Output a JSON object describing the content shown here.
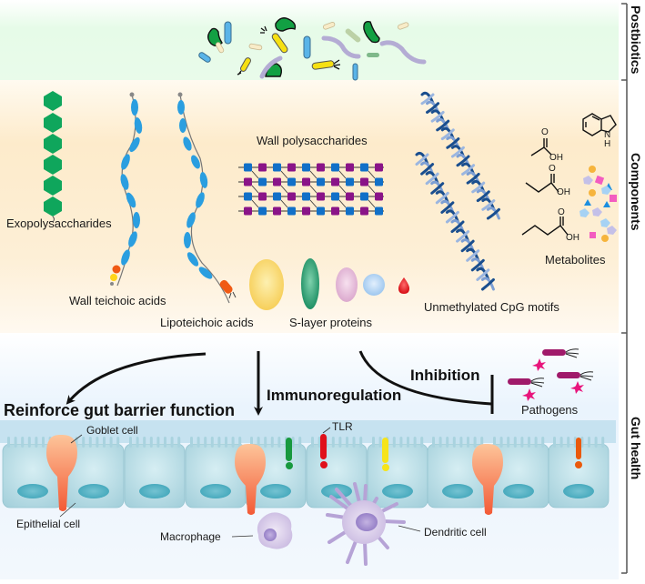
{
  "sections": {
    "postbiotics": "Postbiotics",
    "components": "Components",
    "gut_health": "Gut health"
  },
  "components": {
    "exopolysaccharides": "Exopolysaccharides",
    "wall_teichoic_acids": "Wall teichoic acids",
    "lipoteichoic_acids": "Lipoteichoic acids",
    "wall_polysaccharides": "Wall polysaccharides",
    "s_layer_proteins": "S-layer proteins",
    "cpg_motifs": "Unmethylated CpG motifs",
    "metabolites": "Metabolites",
    "oh": "OH",
    "nh": "N",
    "h": "H",
    "o": "O"
  },
  "effects": {
    "barrier": "Reinforce gut barrier function",
    "immuno": "Immunoregulation",
    "inhibition": "Inhibition",
    "pathogens": "Pathogens"
  },
  "cells": {
    "goblet": "Goblet cell",
    "epithelial": "Epithelial cell",
    "tlr": "TLR",
    "macrophage": "Macrophage",
    "dendritic": "Dendritic cell"
  },
  "colors": {
    "postbiotics_bg": "#e3fbe6",
    "components_bg": "#fde9c8",
    "gut_bg": "#e8f3fd",
    "epithelium": "#a9d3df",
    "nucleus": "#4fb0c2",
    "goblet": "#fb9a6a",
    "eps": "#0fa65c",
    "teichoic": "#2a9ee0",
    "pathogen": "#a01a6a"
  }
}
